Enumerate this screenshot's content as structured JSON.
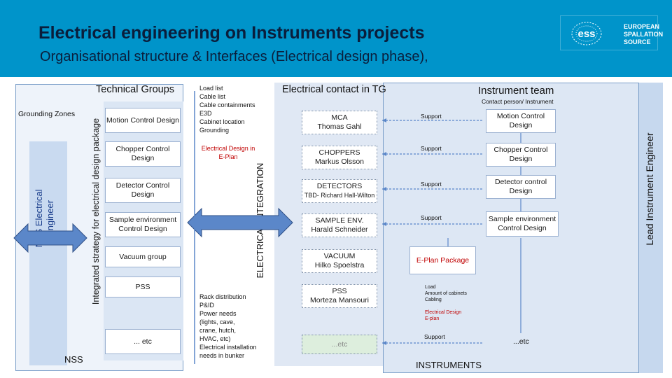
{
  "header": {
    "title": "Electrical engineering on Instruments projects",
    "subtitle": "Organisational structure & Interfaces (Electrical design phase),"
  },
  "logo": {
    "wordmark": "ess",
    "text": "EUROPEAN SPALLATION SOURCE"
  },
  "nss": {
    "grounding_zones": "Grounding Zones",
    "engineer": "NSS Electrical Engineer",
    "label": "NSS",
    "strategy": "Integrated strategy for electrical design package"
  },
  "technical_groups": {
    "title": "Technical Groups",
    "items": [
      "Motion Control Design",
      "Chopper Control Design",
      "Detector Control Design",
      "Sample environment Control Design",
      "Vacuum group",
      "PSS",
      "... etc"
    ]
  },
  "interfaces": {
    "top_list": "Load list\nCable list\nCable containments\nE3D\nCabinet location\nGrounding",
    "electrical_design": "Electrical Design in E-Plan",
    "bottom_list": "Rack distribution\nP&ID\nPower needs\n(lights, cave,\ncrane, hutch,\nHVAC, etc)\nElectrical installation\nneeds in bunker",
    "integration": "ELECTRICAL INTEGRATION"
  },
  "tg": {
    "title": "Electrical contact in TG",
    "contacts": [
      {
        "role": "MCA",
        "name": "Thomas Gahl"
      },
      {
        "role": "CHOPPERS",
        "name": "Markus Olsson"
      },
      {
        "role": "DETECTORS",
        "name": "TBD- Richard Hall-Wilton"
      },
      {
        "role": "SAMPLE ENV.",
        "name": "Harald Schneider"
      },
      {
        "role": "VACUUM",
        "name": "Hilko Spoelstra"
      },
      {
        "role": "PSS",
        "name": "Morteza Mansouri"
      },
      {
        "role": "...etc",
        "name": ""
      }
    ]
  },
  "instrument_team": {
    "title": "Instrument team",
    "subtitle": "Contact person/ Instrument",
    "support_label": "Support",
    "items": [
      "Motion Control Design",
      "Chopper Control Design",
      "Detector control Design",
      "Sample environment Control Design"
    ],
    "eplan": "E-Plan Package",
    "eplan_list_black": "Load\nAmount of cabinets\nCabling",
    "eplan_list_red": "Electrical Design\nE-plan",
    "etc": "...etc",
    "instruments_label": "INSTRUMENTS",
    "lead": "Lead Instrument Engineer"
  },
  "colors": {
    "header_bg": "#0094ca",
    "title_text": "#0a1e3c",
    "arrow_fill": "#5b87c9",
    "arrow_stroke": "#2e4f86",
    "eplan_text": "#c00000"
  }
}
